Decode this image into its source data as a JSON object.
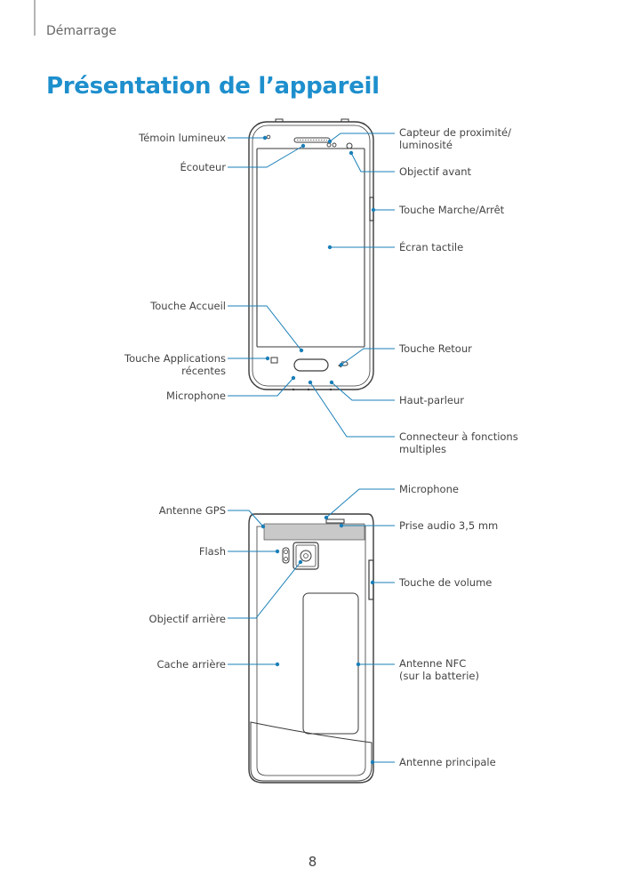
{
  "header": {
    "section": "Démarrage"
  },
  "title": "Présentation de l’appareil",
  "front_labels": {
    "indicator": "Témoin lumineux",
    "earpiece": "Écouteur",
    "home": "Touche Accueil",
    "recent_line1": "Touche Applications",
    "recent_line2": "récentes",
    "mic": "Microphone",
    "proximity_line1": "Capteur de proximité/",
    "proximity_line2": "luminosité",
    "front_camera": "Objectif avant",
    "power": "Touche Marche/Arrêt",
    "touchscreen": "Écran tactile",
    "back": "Touche Retour",
    "speaker": "Haut-parleur",
    "mf_line1": "Connecteur à fonctions",
    "mf_line2": "multiples"
  },
  "rear_labels": {
    "gps": "Antenne GPS",
    "flash": "Flash",
    "rear_camera": "Objectif arrière",
    "back_cover": "Cache arrière",
    "mic": "Microphone",
    "jack": "Prise audio 3,5 mm",
    "volume": "Touche de volume",
    "nfc_line1": "Antenne NFC",
    "nfc_line2": "(sur la batterie)",
    "main_antenna": "Antenne principale"
  },
  "page_number": "8",
  "colors": {
    "accent": "#1e8fcd",
    "callout": "#1a7fb8",
    "outline": "#3a3a3a"
  }
}
